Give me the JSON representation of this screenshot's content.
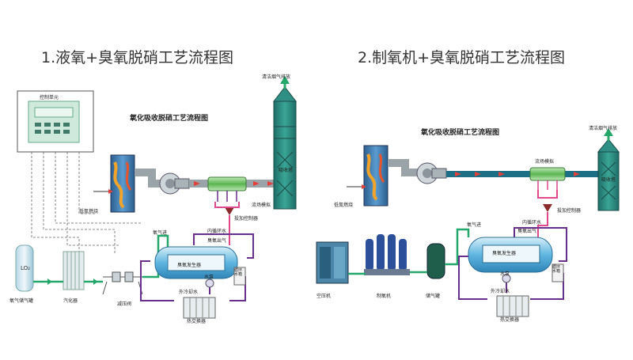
{
  "titles": {
    "left": "1.液氧+臭氧脱硝工艺流程图",
    "right": "2.制氧机+臭氧脱硝工艺流程图"
  },
  "left": {
    "subtitle": "氧化吸收脱硝工艺流程图",
    "control_unit": "控制单元",
    "stack_outlet": "清洁烟气排放",
    "absorber": "吸收塔",
    "low_nitrogen": "低氮燃烧",
    "flow_sim": "流场模拟",
    "control": "投加控制器",
    "ozone_out": "臭氧出气",
    "cool_loop": "内循环水",
    "oxygen_in": "氧气进",
    "lox_tank": "氧气储气罐",
    "lox_label": "LO₂",
    "vaporizer": "汽化器",
    "reducer": "减压阀",
    "cooling_water_in": "外冷却水",
    "heat_exchanger": "热交换器",
    "tank_top": "水泵",
    "side_box": "循环水箱",
    "generator": "臭氧发生器"
  },
  "right": {
    "subtitle": "氧化吸收脱硝工艺流程图",
    "stack_outlet": "清洁烟气排放",
    "absorber": "吸收塔",
    "low_nitrogen": "低氮燃烧",
    "flow_sim": "流场模拟",
    "control": "投加控制器",
    "ozone_out": "臭氧出气",
    "cool_loop": "内循环水",
    "oxygen_in": "氧气进",
    "air_compressor": "空压机",
    "oxygen_gen": "制氧机",
    "storage": "储气罐",
    "cooling_water_in": "外冷却水",
    "heat_exchanger": "热交换器",
    "tank_top": "水泵",
    "side_box": "循环水箱",
    "generator": "臭氧发生器"
  },
  "colors": {
    "duct": "#9aa3a8",
    "flue_arrow": "#e0413b",
    "pipe_green": "#23a76a",
    "pipe_purple": "#6a2f8c",
    "pipe_pink": "#e0498e",
    "tower": "#2f8f84",
    "furnace": "#3f7db3",
    "generator": "#5fb6e0"
  }
}
